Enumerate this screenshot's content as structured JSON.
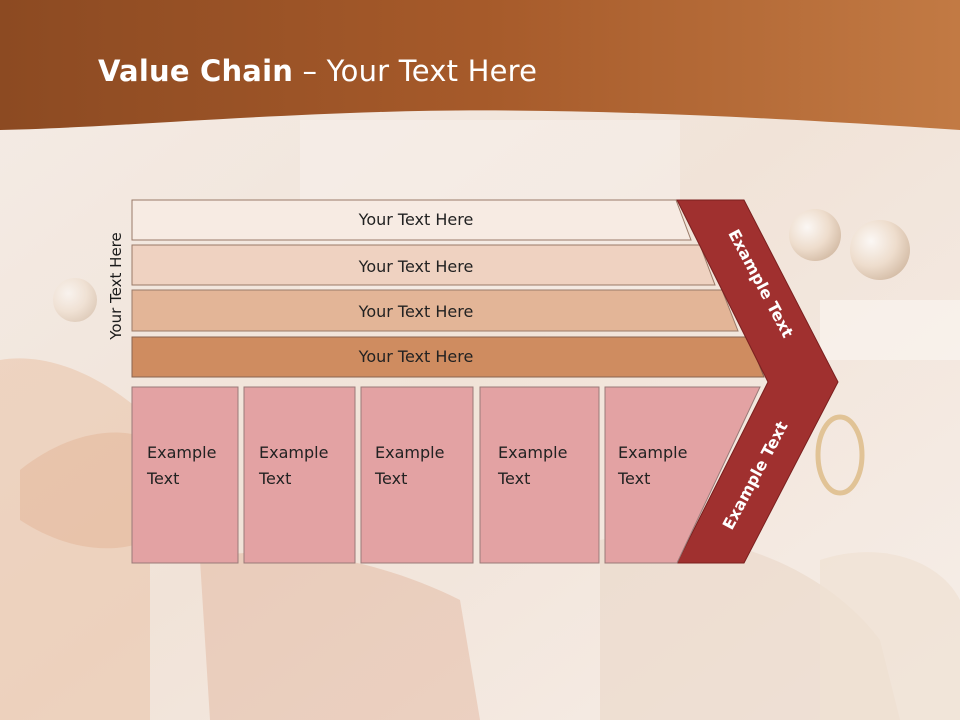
{
  "title": {
    "bold": "Value Chain",
    "rest": " – Your Text Here"
  },
  "side_label": "Your Text Here",
  "rows": [
    "Your Text Here",
    "Your Text Here",
    "Your Text Here",
    "Your Text Here"
  ],
  "boxes": [
    [
      "Example",
      "Text"
    ],
    [
      "Example",
      "Text"
    ],
    [
      "Example",
      "Text"
    ],
    [
      "Example",
      "Text"
    ],
    [
      "Example",
      "Text"
    ]
  ],
  "arrow_labels": {
    "upper": "Example Text",
    "lower": "Example Text"
  },
  "colors": {
    "header": "#a65a2a",
    "row_fills": [
      "#f7ebe3",
      "#efd2c1",
      "#e3b597",
      "#cf8c60"
    ],
    "box_fill": "#e3a2a3",
    "arrow_fill": "#a0302f"
  }
}
